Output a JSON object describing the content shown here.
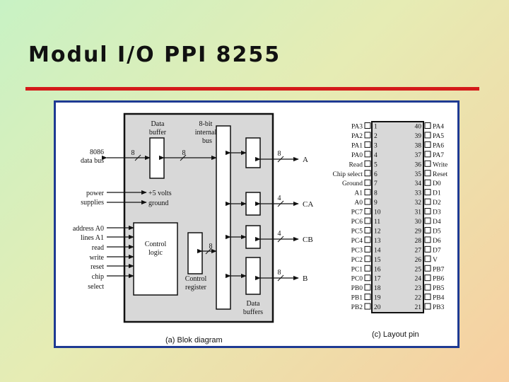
{
  "slide": {
    "title": "Modul I/O PPI 8255"
  },
  "colors": {
    "title_rule": "#d41a1a",
    "frame": "#1e3a93",
    "chip_background": "#d8d8d8"
  },
  "block_diagram": {
    "caption": "(a) Blok diagram",
    "data_buffer_label": [
      "Data",
      "buffer"
    ],
    "internal_bus_label": [
      "8-bit",
      "internal",
      "bus"
    ],
    "bus_8086_label": [
      "8086",
      "data bus"
    ],
    "power_label": [
      "power",
      "supplies"
    ],
    "power_lines": [
      "+5 volts",
      "ground"
    ],
    "control_inputs": [
      "address A0",
      "lines A1",
      "read",
      "write",
      "reset",
      "chip",
      "select"
    ],
    "control_logic_label": [
      "Control",
      "logic"
    ],
    "control_register_label": [
      "Control",
      "register"
    ],
    "data_buffers_label": [
      "Data",
      "buffers"
    ],
    "width_8": "8",
    "width_4": "4",
    "ports": [
      "A",
      "CA",
      "CB",
      "B"
    ]
  },
  "layout_pin": {
    "caption": "(c) Layout pin",
    "left_pins": [
      {
        "name": "PA3",
        "num": "1"
      },
      {
        "name": "PA2",
        "num": "2"
      },
      {
        "name": "PA1",
        "num": "3"
      },
      {
        "name": "PA0",
        "num": "4"
      },
      {
        "name": "Read",
        "num": "5"
      },
      {
        "name": "Chip select",
        "num": "6"
      },
      {
        "name": "Ground",
        "num": "7"
      },
      {
        "name": "A1",
        "num": "8"
      },
      {
        "name": "A0",
        "num": "9"
      },
      {
        "name": "PC7",
        "num": "10"
      },
      {
        "name": "PC6",
        "num": "11"
      },
      {
        "name": "PC5",
        "num": "12"
      },
      {
        "name": "PC4",
        "num": "13"
      },
      {
        "name": "PC3",
        "num": "14"
      },
      {
        "name": "PC2",
        "num": "15"
      },
      {
        "name": "PC1",
        "num": "16"
      },
      {
        "name": "PC0",
        "num": "17"
      },
      {
        "name": "PB0",
        "num": "18"
      },
      {
        "name": "PB1",
        "num": "19"
      },
      {
        "name": "PB2",
        "num": "20"
      }
    ],
    "right_pins": [
      {
        "name": "PA4",
        "num": "40"
      },
      {
        "name": "PA5",
        "num": "39"
      },
      {
        "name": "PA6",
        "num": "38"
      },
      {
        "name": "PA7",
        "num": "37"
      },
      {
        "name": "Write",
        "num": "36"
      },
      {
        "name": "Reset",
        "num": "35"
      },
      {
        "name": "D0",
        "num": "34"
      },
      {
        "name": "D1",
        "num": "33"
      },
      {
        "name": "D2",
        "num": "32"
      },
      {
        "name": "D3",
        "num": "31"
      },
      {
        "name": "D4",
        "num": "30"
      },
      {
        "name": "D5",
        "num": "29"
      },
      {
        "name": "D6",
        "num": "28"
      },
      {
        "name": "D7",
        "num": "27"
      },
      {
        "name": "V",
        "num": "26"
      },
      {
        "name": "PB7",
        "num": "25"
      },
      {
        "name": "PB6",
        "num": "24"
      },
      {
        "name": "PB5",
        "num": "23"
      },
      {
        "name": "PB4",
        "num": "22"
      },
      {
        "name": "PB3",
        "num": "21"
      }
    ]
  }
}
